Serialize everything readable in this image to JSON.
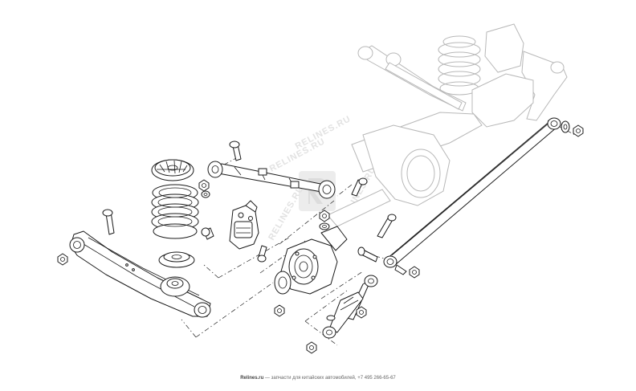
{
  "watermark": {
    "brand": "RELINES.RU"
  },
  "footer": {
    "site": "Relines.ru",
    "tagline": " — запчасти для китайских автомобилей, +7 495 266-65-67"
  },
  "colors": {
    "line": "#1a1a1a",
    "ghost": "#b8b8b8",
    "watermark": "#e2e2e2",
    "background": "#ffffff"
  },
  "icons": [
    "coil-spring-icon",
    "shock-absorber-icon",
    "bolt-icon",
    "nut-icon",
    "washer-icon",
    "bushing-icon"
  ]
}
